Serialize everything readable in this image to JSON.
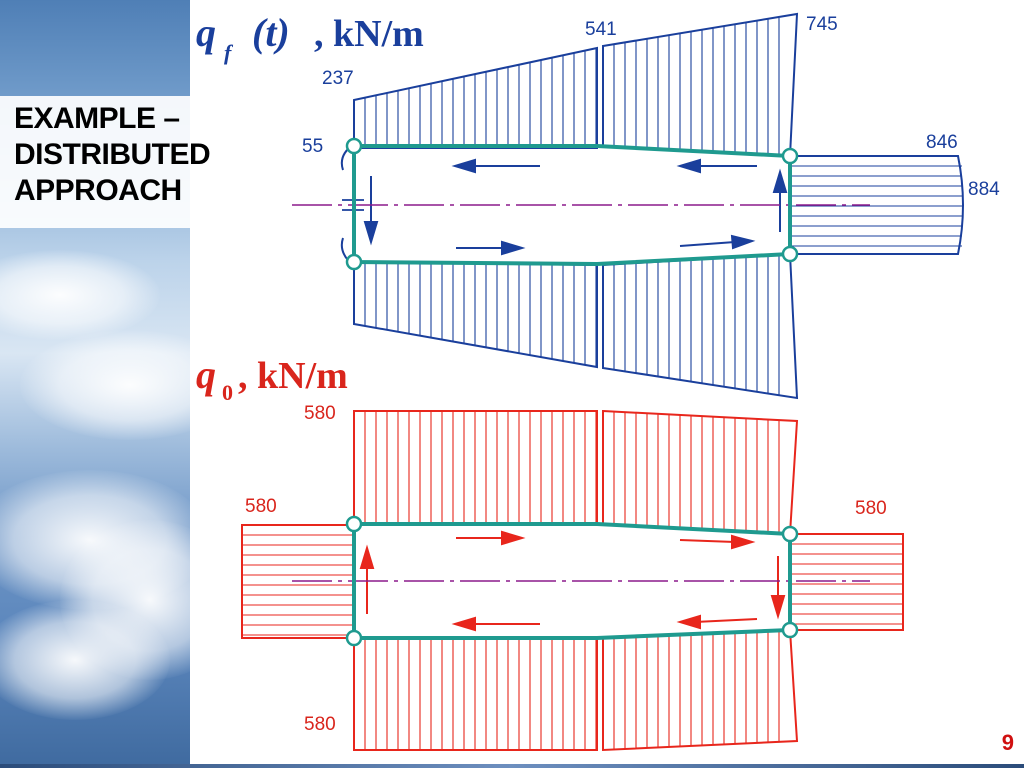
{
  "slide": {
    "title_lines": [
      "EXAMPLE –",
      "DISTRIBUTED",
      "APPROACH"
    ],
    "page_number": "9"
  },
  "top_diagram": {
    "header_symbol": "q",
    "header_subscript": "f",
    "header_arg": "(t)",
    "header_unit": ", kN/m",
    "labels": {
      "l237": "237",
      "l541": "541",
      "l745": "745",
      "l55": "55",
      "l846": "846",
      "l884": "884"
    },
    "color": "#1a3f9c"
  },
  "bottom_diagram": {
    "header_symbol": "q",
    "header_subscript": "0",
    "header_unit": ", kN/m",
    "labels": {
      "top_left": "580",
      "left": "580",
      "right": "580",
      "bottom_left": "580"
    },
    "color": "#d9251c"
  },
  "colors": {
    "blue_load": "#1a3f9c",
    "red_load": "#e8261c",
    "structure": "#1f9a8f",
    "axis": "#8b1a8b",
    "page_number": "#d01010"
  }
}
